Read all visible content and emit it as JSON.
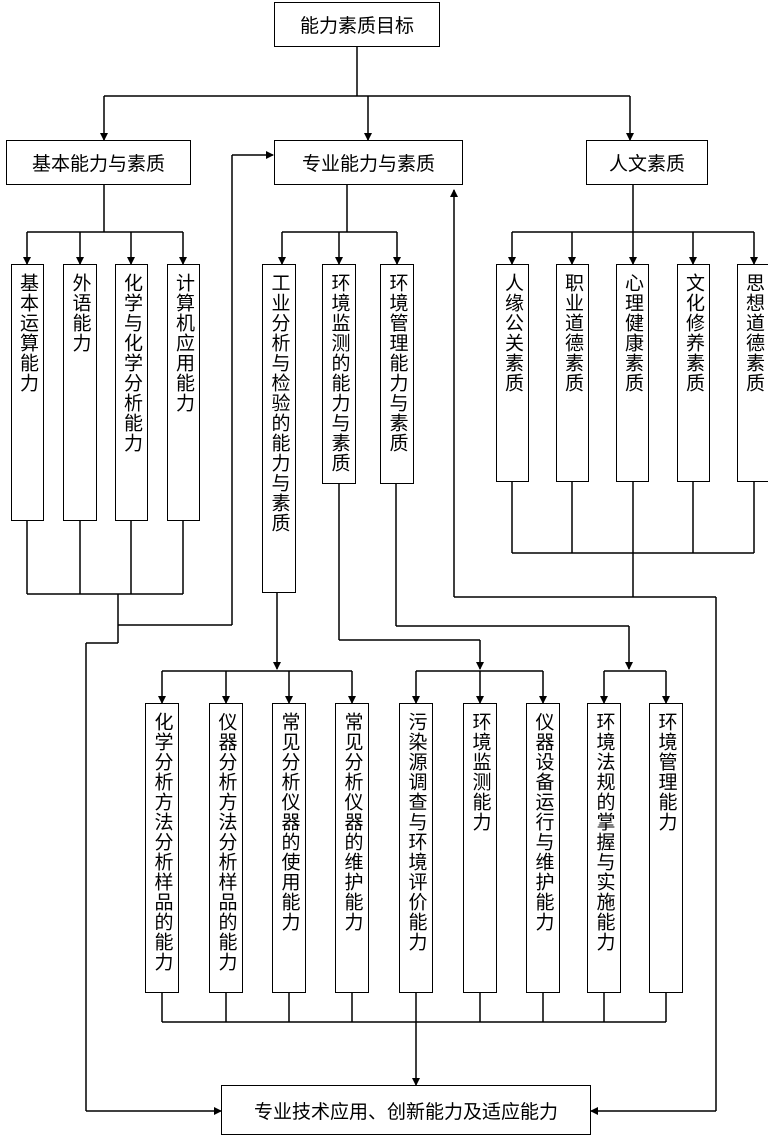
{
  "root": "能力素质目标",
  "level1": {
    "basic": "基本能力与素质",
    "professional": "专业能力与素质",
    "humanities": "人文素质"
  },
  "basic_items": [
    "基本运算能力",
    "外语能力",
    "化学与化学分析能力",
    "计算机应用能力"
  ],
  "professional_items": [
    "工业分析与检验的能力与素质",
    "环境监测的能力与素质",
    "环境管理能力与素质"
  ],
  "humanities_items": [
    "人缘公关素质",
    "职业道德素质",
    "心理健康素质",
    "文化修养素质",
    "思想道德素质"
  ],
  "detail_items": [
    "化学分析方法分析样品的能力",
    "仪器分析方法分析样品的能力",
    "常见分析仪器的使用能力",
    "常见分析仪器的维护能力",
    "污染源调查与环境评价能力",
    "环境监测能力",
    "仪器设备运行与维护能力",
    "环境法规的掌握与实施能力",
    "环境管理能力"
  ],
  "bottom": "专业技术应用、创新能力及适应能力"
}
